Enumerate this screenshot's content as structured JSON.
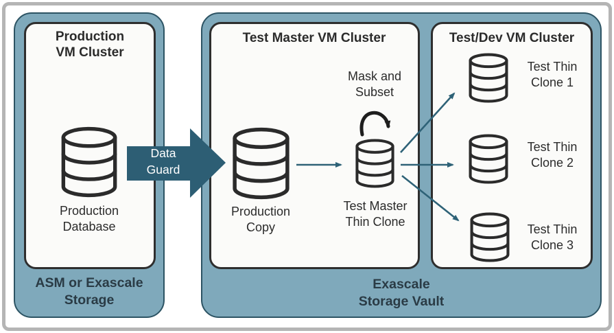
{
  "colors": {
    "teal": "#7FA9BB",
    "container-border": "#2C5363",
    "box-fill": "#FBFBF9",
    "box-border": "#2E2E2E",
    "arrow-fill": "#2D5E74",
    "thin-arrow": "#2E6277",
    "loop-arrow": "#1E1E1E",
    "text": "#2B2B2B",
    "storage-text": "#2A3B45",
    "frame-border": "#B5B5B5",
    "arrow-label": "#FFFFFF"
  },
  "left_cluster": {
    "title": "Production\nVM Cluster",
    "database_label": "Production\nDatabase",
    "storage_label": "ASM or Exascale\nStorage"
  },
  "data_guard": {
    "label": "Data\nGuard"
  },
  "vault": {
    "storage_label": "Exascale\nStorage Vault",
    "test_master_cluster": {
      "title": "Test Master VM Cluster",
      "production_copy_label": "Production\nCopy",
      "mask_subset_label": "Mask and\nSubset",
      "thin_clone_label": "Test Master\nThin Clone"
    },
    "test_dev_cluster": {
      "title": "Test/Dev VM Cluster",
      "clones": [
        {
          "label": "Test Thin\nClone 1"
        },
        {
          "label": "Test Thin\nClone 2"
        },
        {
          "label": "Test Thin\nClone 3"
        }
      ]
    }
  }
}
